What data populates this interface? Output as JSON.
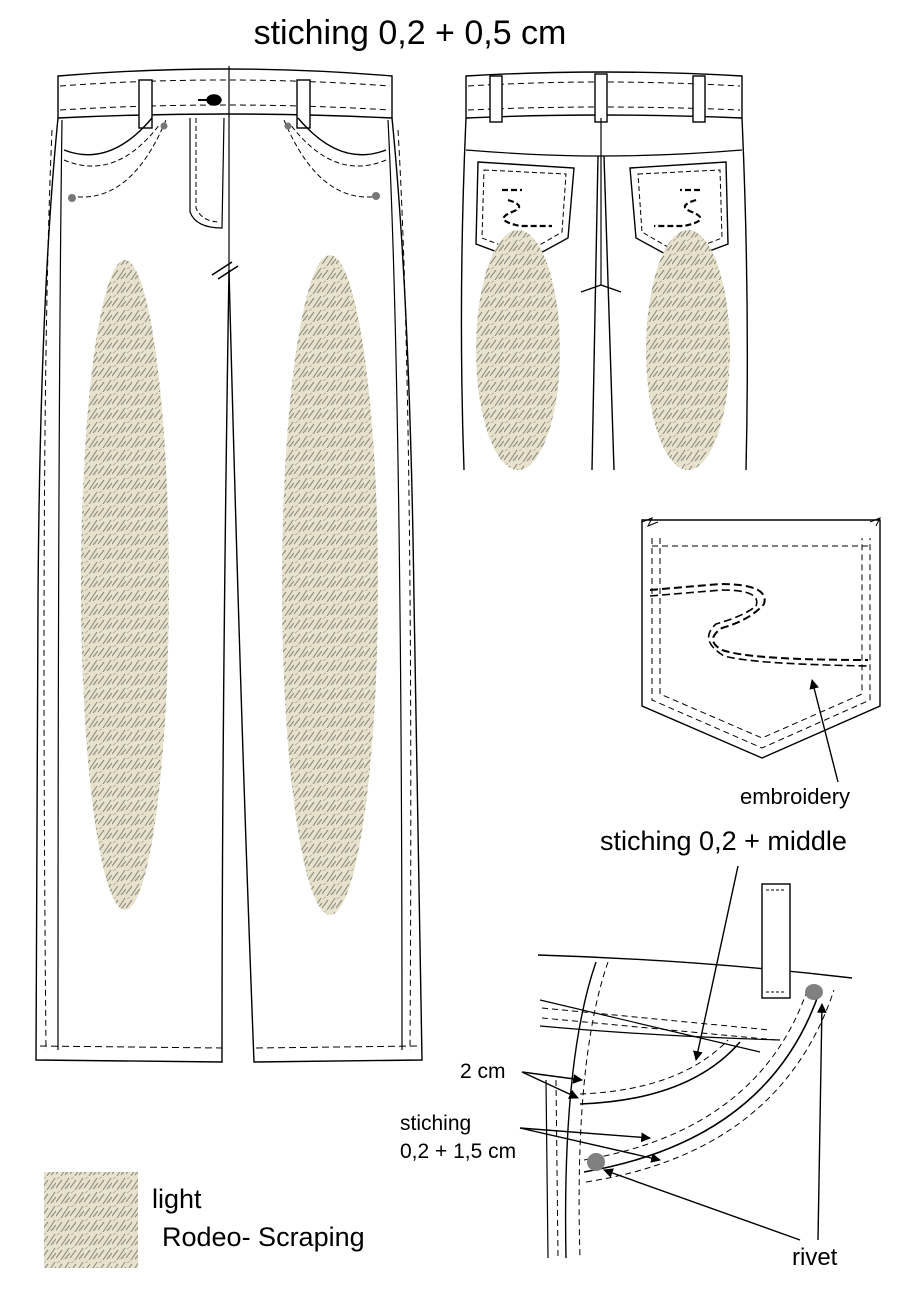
{
  "title": "stiching 0,2 + 0,5 cm",
  "labels": {
    "embroidery": "embroidery",
    "stiching_middle": "stiching 0,2 + middle",
    "two_cm": "2 cm",
    "stiching_line1": "stiching",
    "stiching_line2": "0,2 + 1,5 cm",
    "rivet": "rivet"
  },
  "legend": {
    "line1": "light",
    "line2": "Rodeo- Scraping"
  },
  "colors": {
    "outline": "#000000",
    "scraping_fill": "#e6e0cb",
    "scraping_texture": "#8a8a80",
    "rivet": "#808080"
  }
}
